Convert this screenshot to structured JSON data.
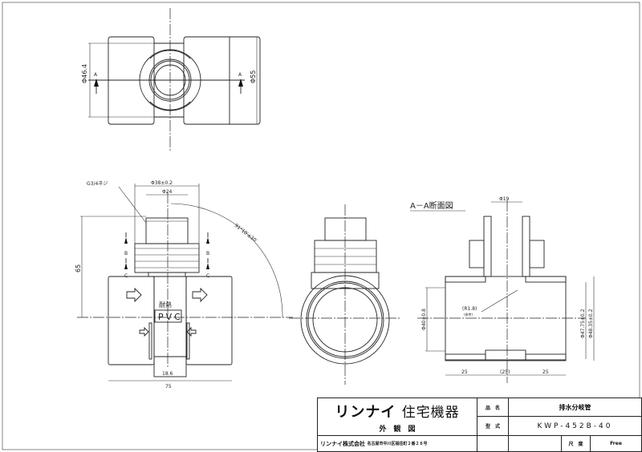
{
  "drawing": {
    "top_view": {
      "dim_left": "Φ46.4",
      "dim_right": "Φ55",
      "section_mark_left": "A",
      "section_mark_right": "A"
    },
    "front_view": {
      "thread_label": "G3/4ネジ",
      "dim_outer_dia": "Φ38±0.2",
      "dim_inner_dia": "Φ24",
      "dim_height": "65",
      "angle_label": "91°10′±30′",
      "section_marks": [
        "B",
        "B",
        "C",
        "C"
      ],
      "heat_label": "耐熱",
      "material_label": "PVC",
      "dim_center_width": "18.6",
      "dim_total_width": "75"
    },
    "section_view": {
      "title": "A－A断面図",
      "dim_top_dia": "Φ19",
      "radius_label": "(R1.8)",
      "radius_note": "(参考)",
      "dim_inner_dia": "Φ40±0.8",
      "dim_socket_dia_1": "Φ47.75±0.2",
      "dim_socket_dia_2": "Φ48.35±0.2",
      "dim_segments": [
        "25",
        "(25)",
        "25"
      ]
    }
  },
  "title_block": {
    "brand": "リンナイ",
    "brand_sub": "住宅機器",
    "drawing_type": "外　観　図",
    "company": "リンナイ株式会社",
    "address": "名古屋市中川区福住町２番２６号",
    "product_name_label": "品　名",
    "product_name": "排水分岐管",
    "model_label": "型　式",
    "model": "KWP-452B-40",
    "scale_label": "尺　度",
    "scale": "Free"
  }
}
